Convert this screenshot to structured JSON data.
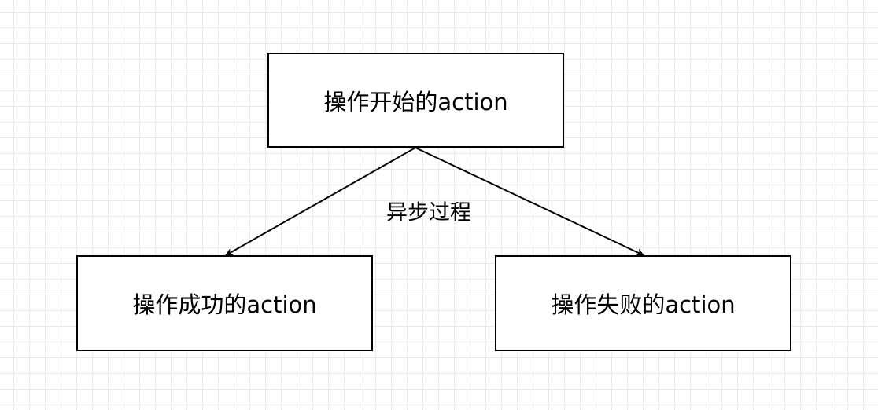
{
  "diagram": {
    "nodes": {
      "start": {
        "label": "操作开始的action"
      },
      "success": {
        "label": "操作成功的action"
      },
      "failure": {
        "label": "操作失败的action"
      }
    },
    "edges": [
      {
        "from": "start",
        "to": "success"
      },
      {
        "from": "start",
        "to": "failure"
      }
    ],
    "edge_label": "异步过程"
  },
  "colors": {
    "stroke": "#000000",
    "grid": "#ebebeb",
    "background": "#ffffff"
  }
}
